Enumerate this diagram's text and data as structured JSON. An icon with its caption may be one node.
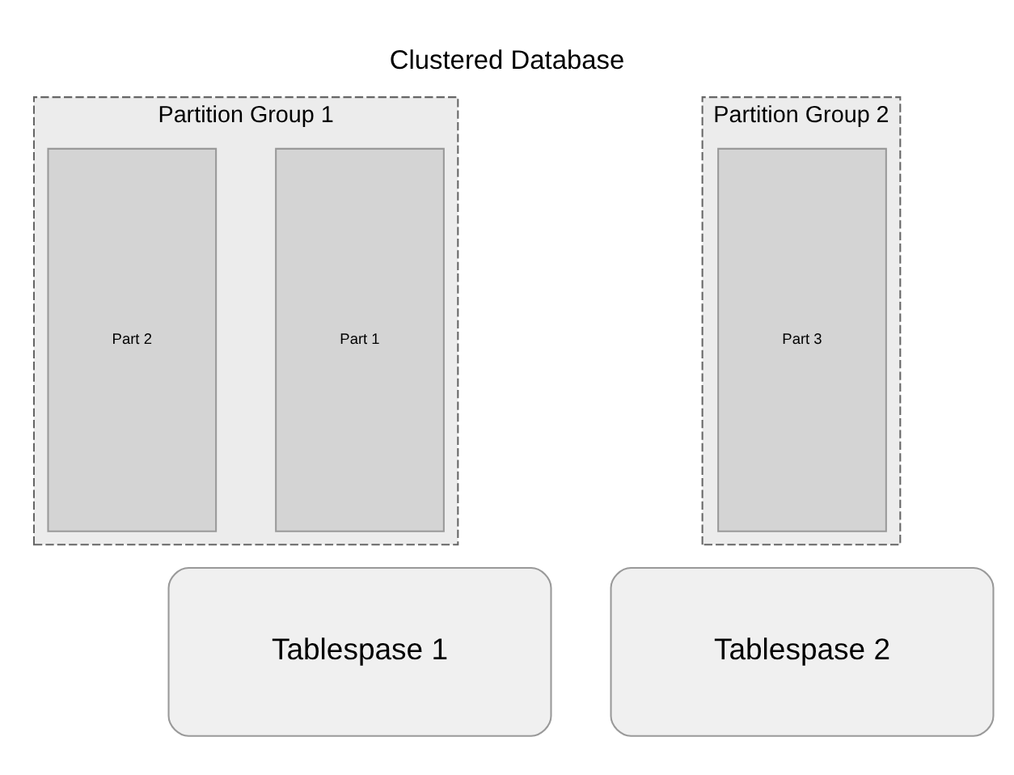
{
  "diagram": {
    "title": "Clustered Database",
    "nodes": [
      {
        "text": [
          "Partition Group 1"
        ]
      },
      {
        "text": [
          "Part 1"
        ],
        "in": 0
      },
      {
        "text": [
          "Part 2"
        ],
        "in": 0
      },
      {
        "text": [
          "Partition Group 2"
        ]
      },
      {
        "text": [
          "Part 3"
        ],
        "in": 3
      },
      {
        "text": [
          "Tablespase 1"
        ]
      },
      {
        "text": [
          "Tablespase 2"
        ]
      }
    ]
  }
}
